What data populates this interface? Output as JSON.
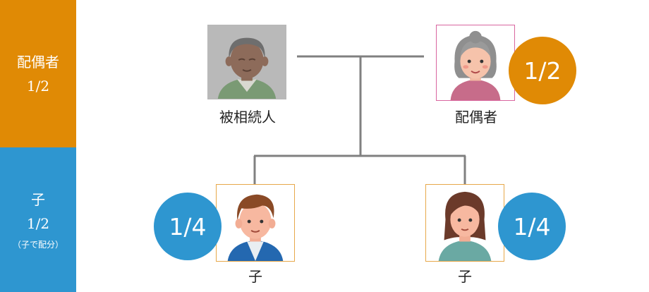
{
  "bands": {
    "spouse": {
      "line1": "配偶者",
      "line2": "1/2",
      "color": "#e08a05"
    },
    "child": {
      "line1": "子",
      "line2": "1/2",
      "note": "（子で配分）",
      "color": "#2e96d0"
    }
  },
  "people": {
    "deceased": {
      "label": "被相続人",
      "icon": "elderly-man-portrait-grayed"
    },
    "spouse": {
      "label": "配偶者",
      "share": "1/2",
      "icon": "elderly-woman-portrait"
    },
    "child1": {
      "label": "子",
      "share": "1/4",
      "icon": "young-man-portrait"
    },
    "child2": {
      "label": "子",
      "share": "1/4",
      "icon": "young-woman-portrait"
    }
  },
  "colors": {
    "connector": "#808080",
    "spouse_accent": "#e08a05",
    "child_accent": "#2e96d0"
  }
}
